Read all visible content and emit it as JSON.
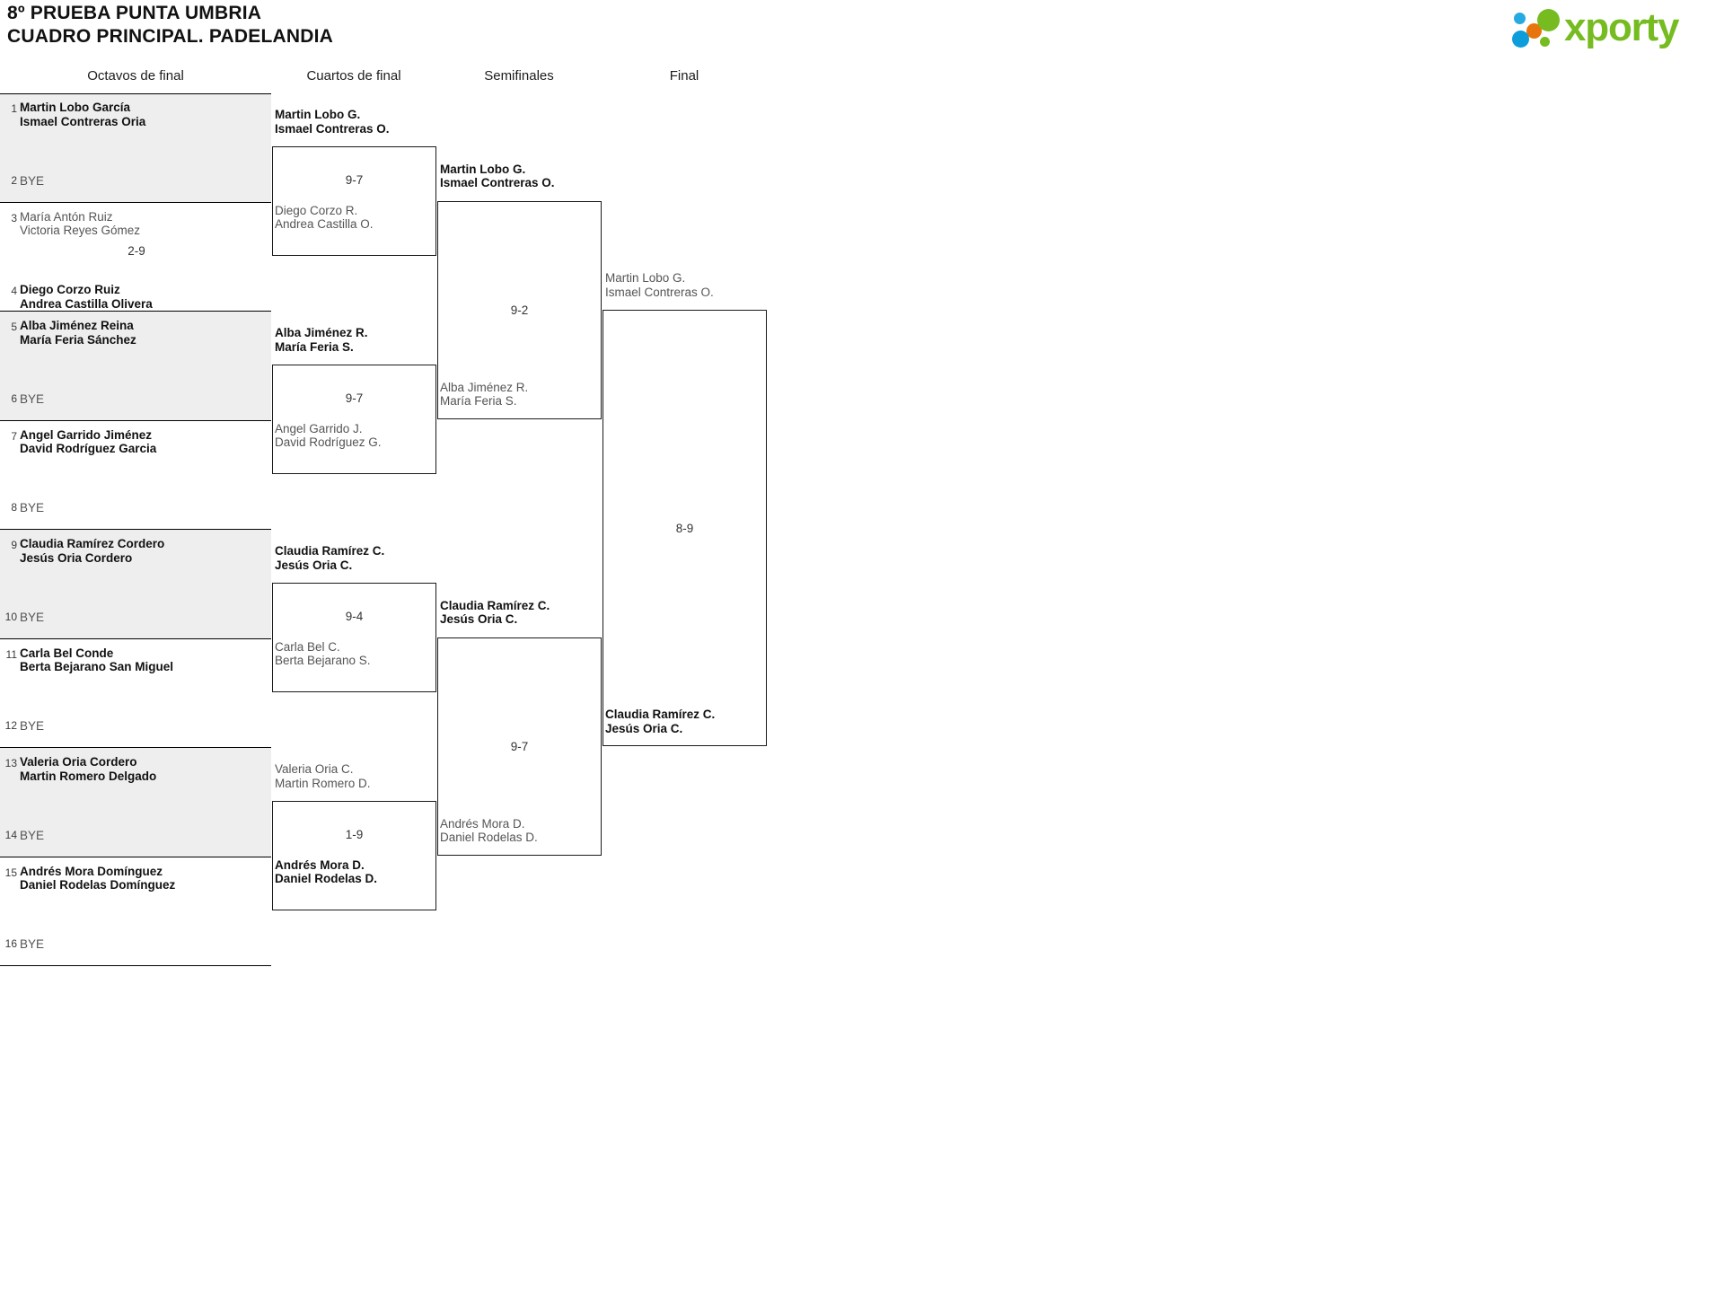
{
  "header": {
    "title_line1": "8º PRUEBA PUNTA UMBRIA",
    "title_line2": "CUADRO PRINCIPAL. PADELANDIA",
    "logo_word": "xporty",
    "logo_colors": {
      "green": "#76bc21",
      "blue": "#27a9e1",
      "orange": "#e8740c"
    }
  },
  "rounds": [
    {
      "label": "Octavos de final"
    },
    {
      "label": "Cuartos de final"
    },
    {
      "label": "Semifinales"
    },
    {
      "label": "Final"
    }
  ],
  "seeds": [
    {
      "num": "1",
      "line1": "Martin Lobo García",
      "line2": "Ismael Contreras Oria",
      "state": "win"
    },
    {
      "num": "2",
      "line1": "BYE",
      "line2": "",
      "state": "bye"
    },
    {
      "num": "3",
      "line1": "María Antón Ruiz",
      "line2": "Victoria Reyes Gómez",
      "state": "lose"
    },
    {
      "num": "4",
      "line1": "Diego Corzo Ruiz",
      "line2": "Andrea Castilla Olivera",
      "state": "win"
    },
    {
      "num": "5",
      "line1": "Alba Jiménez Reina",
      "line2": "María Feria Sánchez",
      "state": "win"
    },
    {
      "num": "6",
      "line1": "BYE",
      "line2": "",
      "state": "bye"
    },
    {
      "num": "7",
      "line1": "Angel Garrido Jiménez",
      "line2": "David Rodríguez Garcia",
      "state": "win"
    },
    {
      "num": "8",
      "line1": "BYE",
      "line2": "",
      "state": "bye"
    },
    {
      "num": "9",
      "line1": "Claudia Ramírez Cordero",
      "line2": "Jesús Oria Cordero",
      "state": "win"
    },
    {
      "num": "10",
      "line1": "BYE",
      "line2": "",
      "state": "bye"
    },
    {
      "num": "11",
      "line1": "Carla Bel Conde",
      "line2": "Berta Bejarano San Miguel",
      "state": "win"
    },
    {
      "num": "12",
      "line1": "BYE",
      "line2": "",
      "state": "bye"
    },
    {
      "num": "13",
      "line1": "Valeria Oria Cordero",
      "line2": "Martin Romero Delgado",
      "state": "win"
    },
    {
      "num": "14",
      "line1": "BYE",
      "line2": "",
      "state": "bye"
    },
    {
      "num": "15",
      "line1": "Andrés Mora Domínguez",
      "line2": "Daniel Rodelas Domínguez",
      "state": "win"
    },
    {
      "num": "16",
      "line1": "BYE",
      "line2": "",
      "state": "bye"
    }
  ],
  "round1_scores": [
    "2-9"
  ],
  "quarterfinals": [
    {
      "score": "9-7",
      "top": {
        "line1": "Martin Lobo G.",
        "line2": "Ismael Contreras O.",
        "state": "win"
      },
      "bottom": {
        "line1": "Diego Corzo R.",
        "line2": "Andrea Castilla O.",
        "state": "lose"
      }
    },
    {
      "score": "9-7",
      "top": {
        "line1": "Alba Jiménez R.",
        "line2": "María Feria S.",
        "state": "win"
      },
      "bottom": {
        "line1": "Angel Garrido J.",
        "line2": "David Rodríguez G.",
        "state": "lose"
      }
    },
    {
      "score": "9-4",
      "top": {
        "line1": "Claudia Ramírez C.",
        "line2": "Jesús Oria C.",
        "state": "win"
      },
      "bottom": {
        "line1": "Carla Bel C.",
        "line2": "Berta Bejarano S.",
        "state": "lose"
      }
    },
    {
      "score": "1-9",
      "top": {
        "line1": "Valeria Oria C.",
        "line2": "Martin Romero D.",
        "state": "lose"
      },
      "bottom": {
        "line1": "Andrés Mora D.",
        "line2": "Daniel Rodelas D.",
        "state": "win"
      }
    }
  ],
  "semifinals": [
    {
      "score": "9-2",
      "top": {
        "line1": "Martin Lobo G.",
        "line2": "Ismael Contreras O.",
        "state": "win"
      },
      "bottom": {
        "line1": "Alba Jiménez R.",
        "line2": "María Feria S.",
        "state": "lose"
      }
    },
    {
      "score": "9-7",
      "top": {
        "line1": "Claudia Ramírez C.",
        "line2": "Jesús Oria C.",
        "state": "win"
      },
      "bottom": {
        "line1": "Andrés Mora D.",
        "line2": "Daniel Rodelas D.",
        "state": "lose"
      }
    }
  ],
  "final": {
    "score": "8-9",
    "top": {
      "line1": "Martin Lobo G.",
      "line2": "Ismael Contreras O.",
      "state": "lose"
    },
    "bottom": {
      "line1": "Claudia Ramírez C.",
      "line2": "Jesús Oria C.",
      "state": "win"
    }
  }
}
